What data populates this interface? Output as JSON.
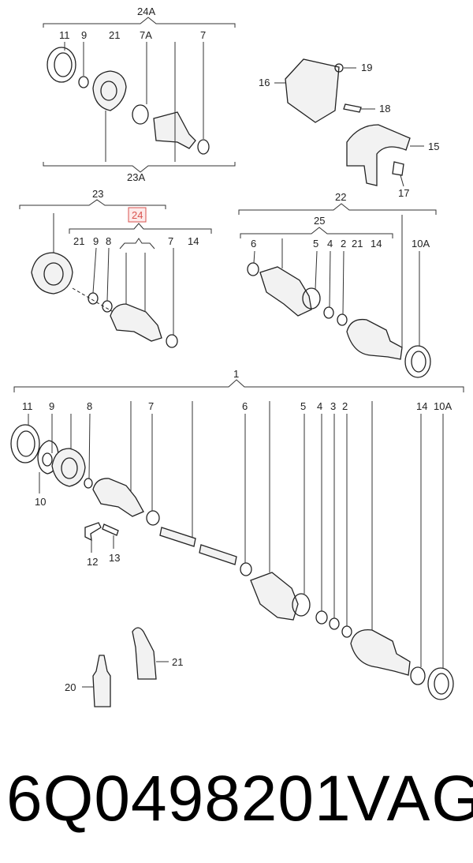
{
  "labels": {
    "g24A": "24A",
    "g23A": "23A",
    "g23": "23",
    "g24": "24",
    "g22": "22",
    "g25": "25",
    "g1": "1",
    "t_11": "11",
    "t_9": "9",
    "t_21": "21",
    "t_7A": "7A",
    "t_7": "7",
    "t_16": "16",
    "t_19": "19",
    "t_18": "18",
    "t_15": "15",
    "t_17": "17",
    "m_21": "21",
    "m_9": "9",
    "m_8": "8",
    "m_7": "7",
    "m_14": "14",
    "r_6": "6",
    "r_5": "5",
    "r_4": "4",
    "r_2": "2",
    "r_21": "21",
    "r_14": "14",
    "r_10A": "10A",
    "b_11": "11",
    "b_9": "9",
    "b_8": "8",
    "b_7": "7",
    "b_6": "6",
    "b_5": "5",
    "b_4": "4",
    "b_3": "3",
    "b_2": "2",
    "b_14": "14",
    "b_10A": "10A",
    "b_10": "10",
    "b_12": "12",
    "b_13": "13",
    "b_20": "20",
    "b_21": "21"
  },
  "highlight_color": "#d9534f",
  "caption": {
    "part_number": "6Q0498201",
    "brand": "VAG"
  }
}
